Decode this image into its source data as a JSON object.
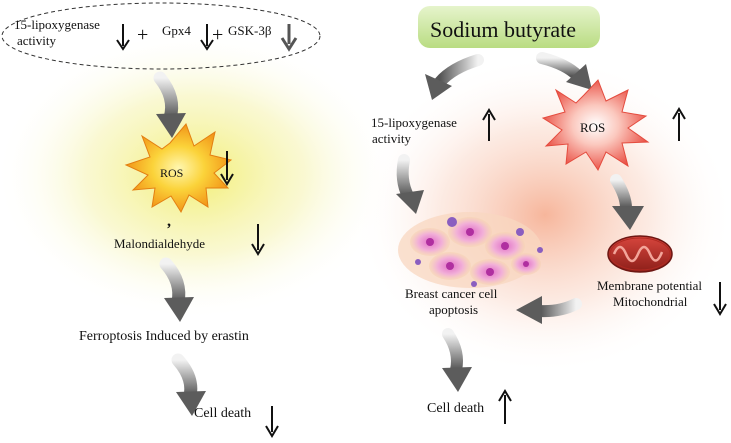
{
  "left_panel": {
    "lipoxygenase_line1": "15-lipoxygenase",
    "lipoxygenase_line2": "activity",
    "plus_1": "+",
    "gpx4": "Gpx4",
    "plus_2": "+",
    "gsk": "GSK-3β",
    "ros": "ROS",
    "comma": ",",
    "malondialdehyde": "Malondialdehyde",
    "ferroptosis": "Ferroptosis Induced by erastin",
    "cell_death": "Cell death"
  },
  "right_panel": {
    "sodium_butyrate": "Sodium butyrate",
    "lipoxygenase_line1": "15-lipoxygenase",
    "lipoxygenase_line2": "activity",
    "ros": "ROS",
    "membrane_line1": "Membrane potential",
    "membrane_line2": "Mitochondrial",
    "apoptosis_line1": "Breast cancer cell",
    "apoptosis_line2": "apoptosis",
    "cell_death": "Cell death"
  },
  "colors": {
    "title_box": "#cde7a4",
    "ros_left": "#f7b51b",
    "ros_right": "#ef5b4d",
    "glow_left": "#f4f08a",
    "glow_right": "#f7b49a",
    "arrow_gray": "#6d6d6d"
  }
}
